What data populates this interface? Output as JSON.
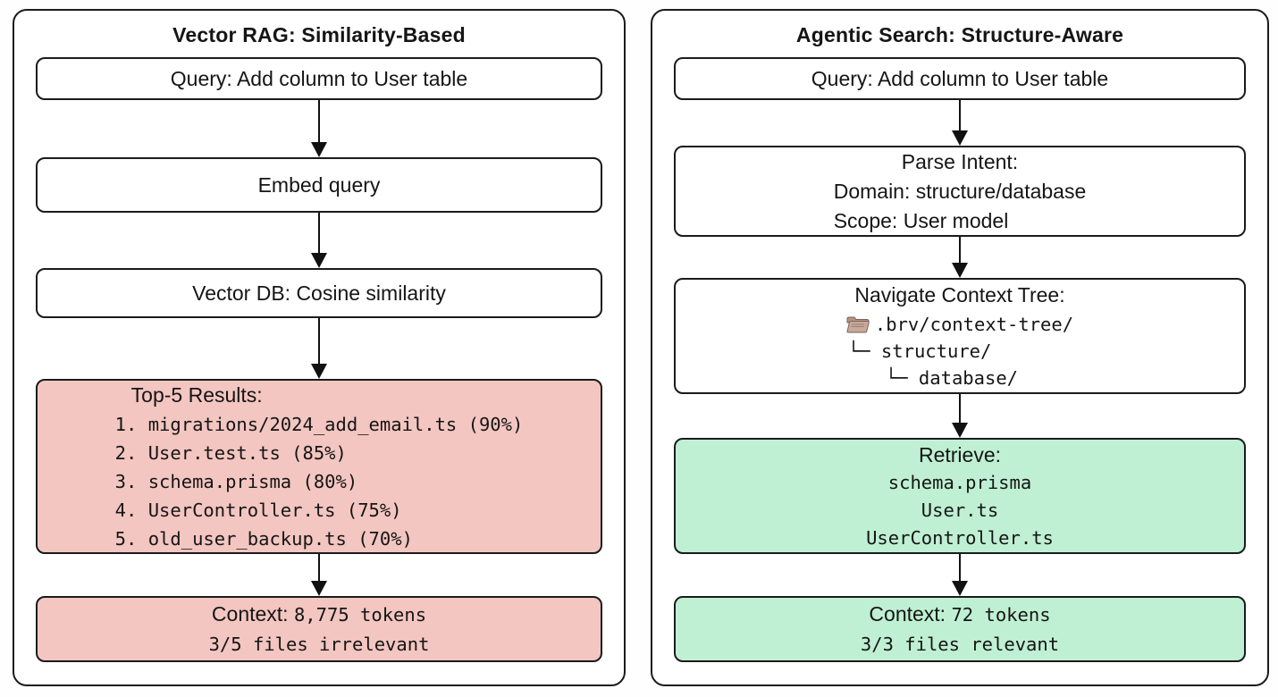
{
  "colors": {
    "pink": "#f3c6c1",
    "green": "#bff0d3",
    "border": "#1b1b1b",
    "background": "#ffffff"
  },
  "left": {
    "title": "Vector RAG: Similarity-Based",
    "query": "Query: Add column to User table",
    "embed": "Embed query",
    "vector_db": "Vector DB: Cosine similarity",
    "results_heading": "Top-5 Results:",
    "results": [
      "1. migrations/2024_add_email.ts (90%)",
      "2. User.test.ts (85%)",
      "3. schema.prisma (80%)",
      "4. UserController.ts (75%)",
      "5. old_user_backup.ts (70%)"
    ],
    "context_label": "Context: ",
    "context_value": "8,775 tokens",
    "context_line2": "3/5 files irrelevant"
  },
  "right": {
    "title": "Agentic Search: Structure-Aware",
    "query": "Query: Add column to User table",
    "parse_heading": "Parse Intent:",
    "parse_domain": "Domain: structure/database",
    "parse_scope": "Scope: User model",
    "navigate_heading": "Navigate Context Tree:",
    "tree_root": ".brv/context-tree/",
    "tree_child1": "└─ structure/",
    "tree_child2": "└─ database/",
    "folder_icon": "open-folder",
    "retrieve_heading": "Retrieve:",
    "retrieve_files": [
      "schema.prisma",
      "User.ts",
      "UserController.ts"
    ],
    "context_label": "Context: ",
    "context_value": "72 tokens",
    "context_line2": "3/3 files relevant"
  }
}
